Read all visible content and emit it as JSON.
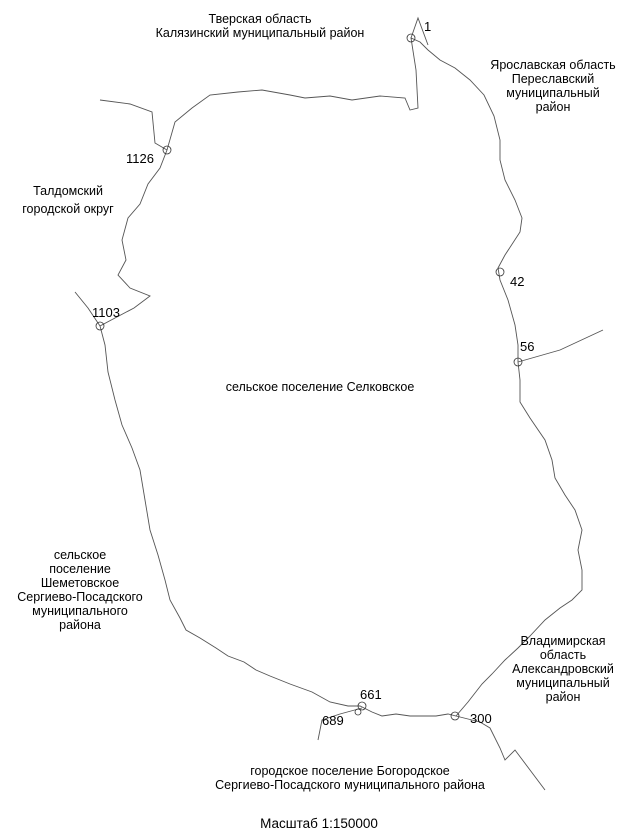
{
  "regions": {
    "tver": [
      "Тверская область",
      "Калязинский муниципальный район"
    ],
    "yaroslavl": [
      "Ярославская область",
      "Переславский",
      "муниципальный",
      "район"
    ],
    "taldom": [
      "Талдомский",
      "городской округ"
    ],
    "center": "сельское поселение Селковское",
    "shemetovo": [
      "сельское",
      "поселение",
      "Шеметовское",
      "Сергиево-Посадского",
      "муниципального",
      "района"
    ],
    "vladimir": [
      "Владимирская",
      "область",
      "Александровский",
      "муниципальный",
      "район"
    ],
    "bogorodskoe": [
      "городское поселение Богородское",
      "Сергиево-Посадского муниципального района"
    ]
  },
  "points": [
    "1",
    "1126",
    "1103",
    "42",
    "56",
    "661",
    "689",
    "300"
  ],
  "scale": "Масштаб 1:150000"
}
